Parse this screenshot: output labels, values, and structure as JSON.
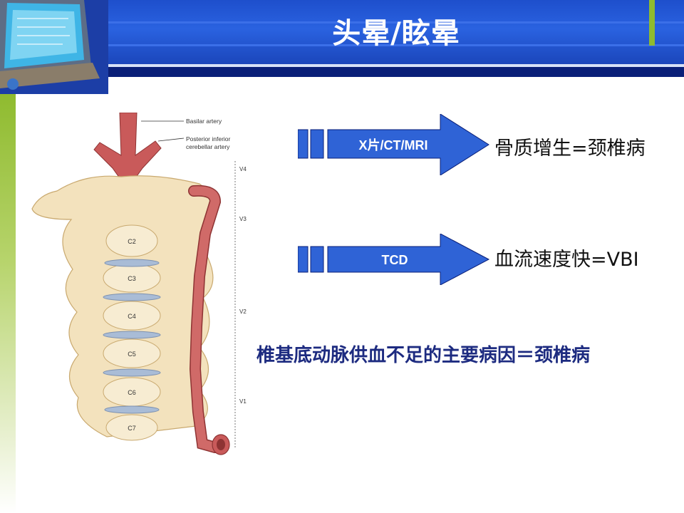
{
  "slide": {
    "title": "头晕/眩晕"
  },
  "illustration": {
    "labels": {
      "basilar": "Basilar artery",
      "pica_1": "Posterior inferior",
      "pica_2": "cerebellar artery"
    },
    "vertebrae": [
      "C2",
      "C3",
      "C4",
      "C5",
      "C6",
      "C7"
    ],
    "segments": [
      "V4",
      "V3",
      "V2",
      "V1"
    ]
  },
  "rows": [
    {
      "method": "X片/CT/MRI",
      "result": "骨质增生=颈椎病"
    },
    {
      "method": "TCD",
      "result": "血流速度快=VBI"
    }
  ],
  "conclusion": "椎基底动脉供血不足的主要病因＝颈椎病",
  "colors": {
    "header": "#0a1f78",
    "arrow": "#2f63d6",
    "accent_green": "#8fbb2f",
    "conclusion_text": "#1d2b80"
  }
}
